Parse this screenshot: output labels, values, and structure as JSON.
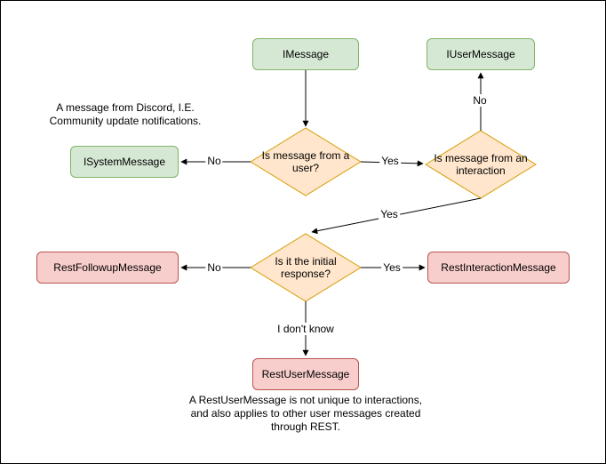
{
  "colors": {
    "green-fill": "#d5e8d4",
    "green-stroke": "#82b366",
    "orange-fill": "#ffe6cc",
    "orange-stroke": "#d79b00",
    "red-fill": "#f8cecc",
    "red-stroke": "#b85450",
    "line": "#000000"
  },
  "nodes": {
    "imessage": {
      "label": "IMessage"
    },
    "iusermessage": {
      "label": "IUserMessage"
    },
    "isystemmessage": {
      "label": "ISystemMessage"
    },
    "restfollowupmessage": {
      "label": "RestFollowupMessage"
    },
    "restinteractionmessage": {
      "label": "RestInteractionMessage"
    },
    "restusermessage": {
      "label": "RestUserMessage"
    }
  },
  "decisions": {
    "from_user": {
      "label": "Is message from a user?"
    },
    "from_interaction": {
      "label": "Is message from an interaction"
    },
    "initial_response": {
      "label": "Is it the initial response?"
    }
  },
  "edge_labels": {
    "user_no": "No",
    "user_yes": "Yes",
    "interaction_no": "No",
    "interaction_yes": "Yes",
    "initial_no": "No",
    "initial_yes": "Yes",
    "initial_unknown": "I don't know"
  },
  "captions": {
    "system_note": {
      "lines": [
        "A message from Discord, I.E.",
        "Community update notifications."
      ]
    },
    "rest_note": {
      "lines": [
        "A RestUserMessage is not unique to interactions,",
        "and also applies to other user messages created",
        "through REST."
      ]
    }
  }
}
